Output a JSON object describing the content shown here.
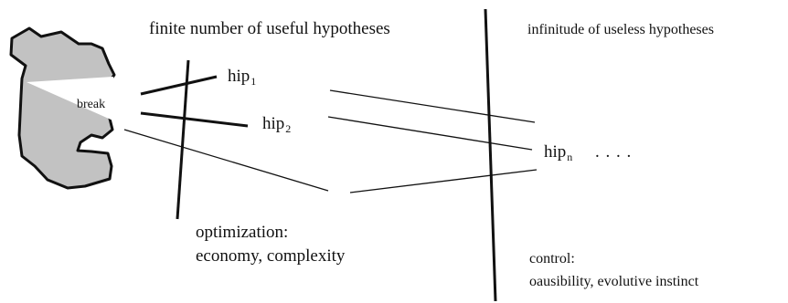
{
  "headings": {
    "left": "finite number of useful hypotheses",
    "right": "infinitude of useless hypotheses"
  },
  "fragment": {
    "label": "break"
  },
  "hypotheses": [
    {
      "base": "hip",
      "sub": "1"
    },
    {
      "base": "hip",
      "sub": "2"
    },
    {
      "base": "hip",
      "sub": "n"
    }
  ],
  "ellipsis": ". . . .",
  "optimization": {
    "title": "optimization:",
    "detail": "economy, complexity"
  },
  "control": {
    "title": "control:",
    "detail": "oausibility, evolutive instinct"
  },
  "colors": {
    "fragment_fill": "#c2c2c2",
    "ink": "#111111"
  }
}
